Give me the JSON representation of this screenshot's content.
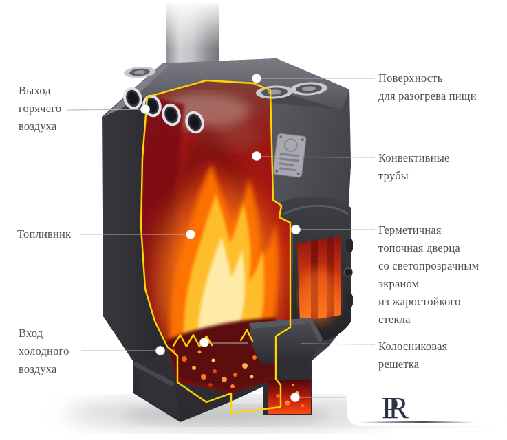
{
  "diagram": {
    "type": "annotated-cutaway-wood-stove",
    "labels": {
      "hot_air": {
        "text": "Выход\nгорячего\nвоздуха"
      },
      "firebox": {
        "text": "Топливник"
      },
      "cold_air": {
        "text": "Вход\nхолодного\nвоздуха"
      },
      "surface": {
        "text": "Поверхность\nдля разогрева пищи"
      },
      "tubes": {
        "text": "Конвективные\nтрубы"
      },
      "door": {
        "text": "Герметичная\nтопочная дверца\nсо светопрозрачным\nэкраном\nиз жаростойкого\nстекла"
      },
      "grate": {
        "text": "Колосниковая\nрешетка"
      }
    },
    "logo": {
      "letter_p": "P",
      "letter_r": "R"
    },
    "colors": {
      "cut_edge_yellow": "#ffd500",
      "flame_orange": "#ff8a1e",
      "interior_red": "#a41313",
      "body_dark": "#3c3c42",
      "leader_line": "#b6b6b6",
      "label_text": "#4e4e4e",
      "logo_navy": "#2c3347"
    }
  }
}
